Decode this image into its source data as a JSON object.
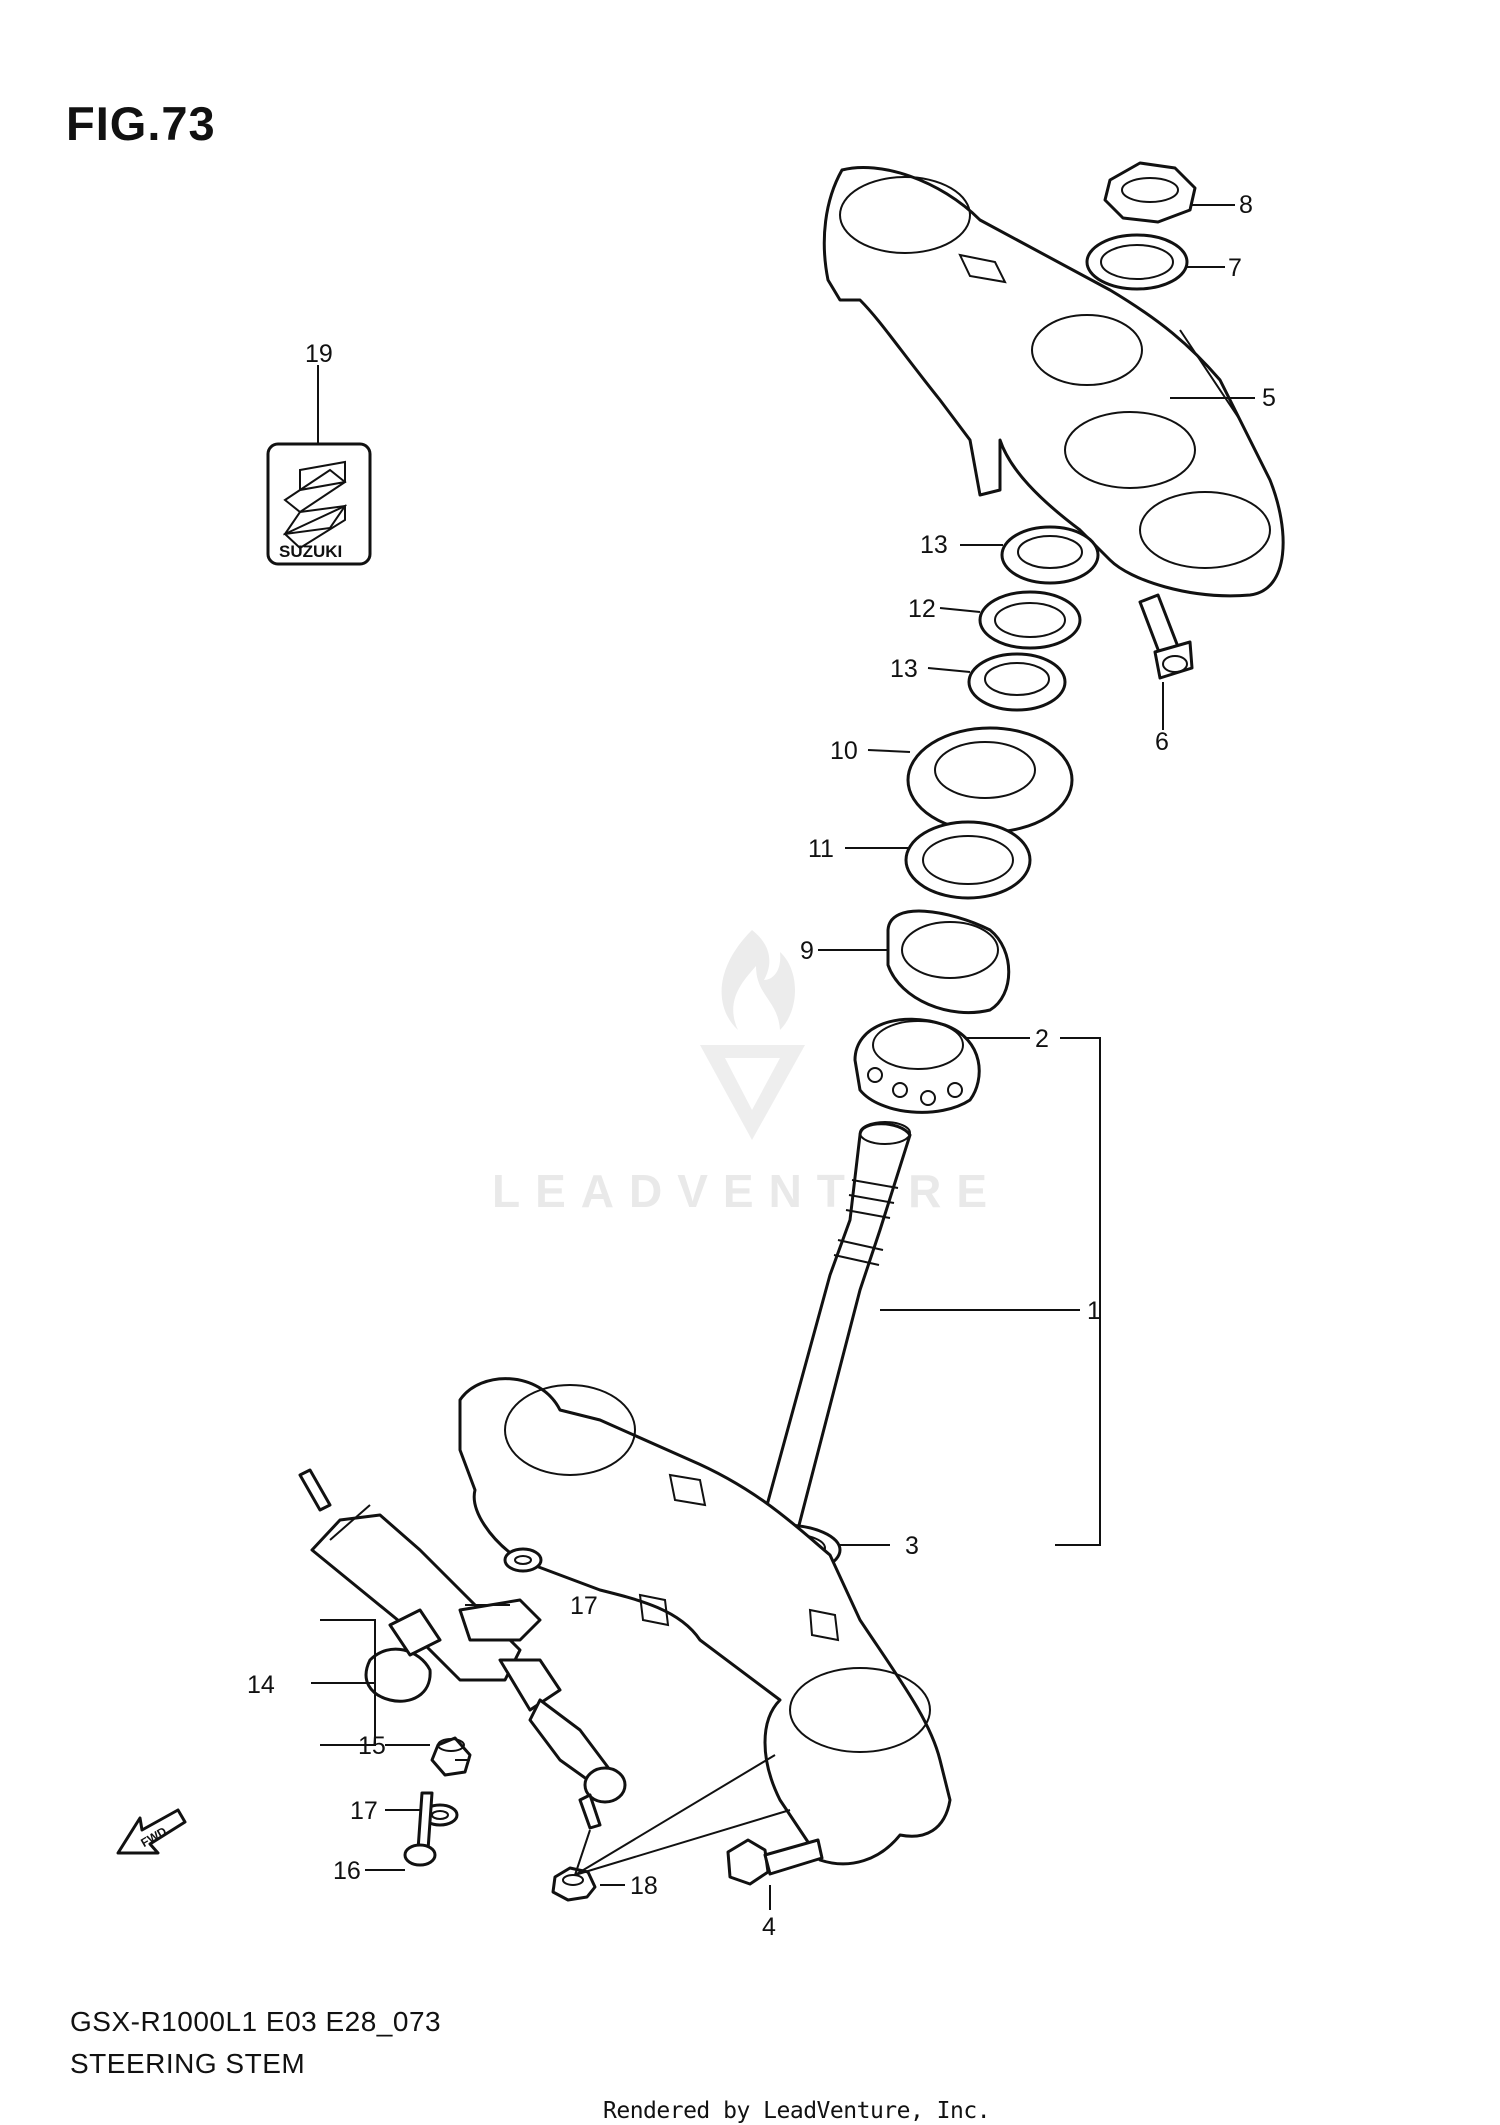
{
  "figure": {
    "title": "FIG.73",
    "model_code": "GSX-R1000L1 E03 E28_073",
    "section_title": "STEERING STEM"
  },
  "footer": {
    "rendered_by": "Rendered by LeadVenture, Inc."
  },
  "watermark": {
    "text": "LEADVENTURE"
  },
  "logo": {
    "text": "SUZUKI"
  },
  "fwd_arrow": {
    "label": "FWD"
  },
  "callouts": {
    "c1": "1",
    "c2": "2",
    "c3": "3",
    "c4": "4",
    "c5": "5",
    "c6": "6",
    "c7": "7",
    "c8": "8",
    "c9": "9",
    "c10": "10",
    "c11": "11",
    "c12": "12",
    "c13a": "13",
    "c13b": "13",
    "c14": "14",
    "c15": "15",
    "c16": "16",
    "c17a": "17",
    "c17b": "17",
    "c18": "18",
    "c19": "19"
  },
  "colors": {
    "line": "#111111",
    "background": "#ffffff",
    "watermark": "#e9e9e9"
  }
}
